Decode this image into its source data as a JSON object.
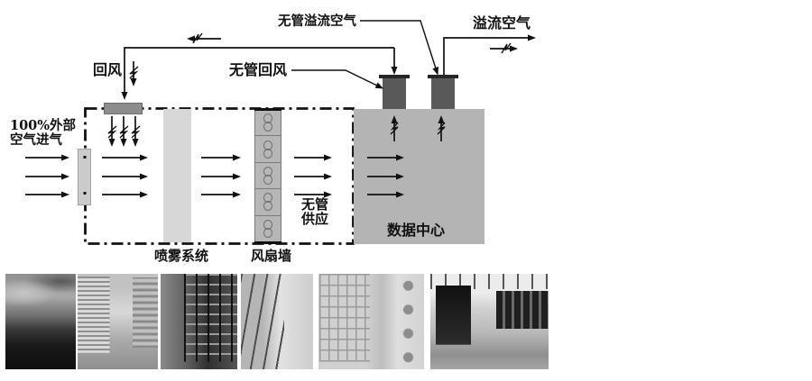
{
  "diagram": {
    "labels": {
      "intake_line1": "100%外部",
      "intake_line2": "空气进气",
      "return_air": "回风",
      "ductless_return": "无管回风",
      "ductless_overflow": "无管溢流空气",
      "overflow": "溢流空气",
      "spray_system": "喷雾系统",
      "fan_wall": "风扇墙",
      "ductless_supply_line1": "无管",
      "ductless_supply_line2": "供应",
      "data_center": "数据中心"
    },
    "colors": {
      "line": "#111111",
      "data_center_fill": "#b4b4b4",
      "spray_fill": "#d7d7d7",
      "fan_cell_fill": "#b6b6b6",
      "damper_fill": "#cbcbcb",
      "return_bar_fill": "#8d8d8d",
      "chimney_fill": "#595959",
      "chimney_cap_fill": "#262626"
    },
    "fan_wall_cells": 5
  },
  "photos": [
    {
      "name": "photo-exterior-sky"
    },
    {
      "name": "photo-louver-corridor"
    },
    {
      "name": "photo-dark-lattice-corridor"
    },
    {
      "name": "photo-bright-corridor"
    },
    {
      "name": "photo-fan-nozzle-wall"
    },
    {
      "name": "photo-server-hall"
    }
  ]
}
